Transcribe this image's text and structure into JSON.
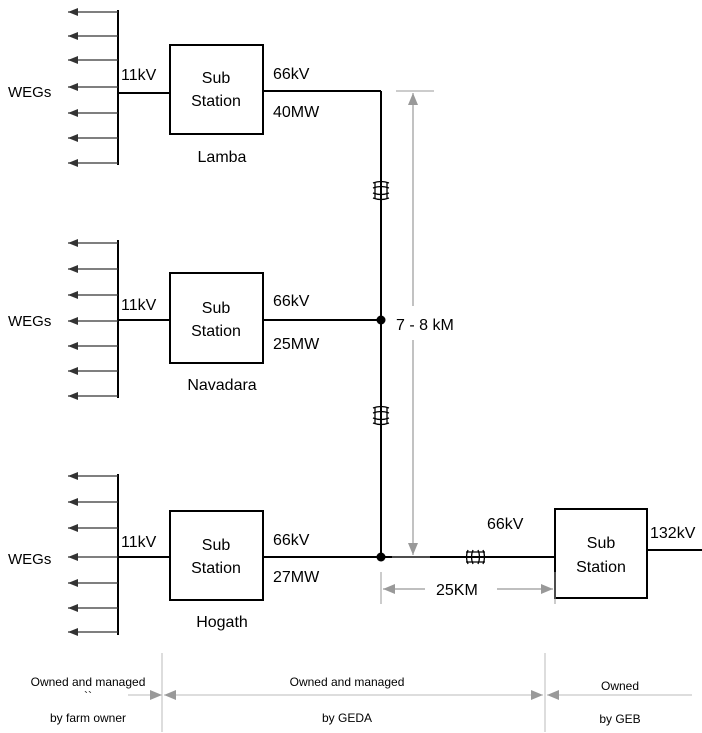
{
  "diagram": {
    "groups": [
      {
        "wegs": "WEGs",
        "feeder_kv": "11kV",
        "sub_line1": "Sub",
        "sub_line2": "Station",
        "out_kv": "66kV",
        "mw": "40MW",
        "name": "Lamba"
      },
      {
        "wegs": "WEGs",
        "feeder_kv": "11kV",
        "sub_line1": "Sub",
        "sub_line2": "Station",
        "out_kv": "66kV",
        "mw": "25MW",
        "name": "Navadara"
      },
      {
        "wegs": "WEGs",
        "feeder_kv": "11kV",
        "sub_line1": "Sub",
        "sub_line2": "Station",
        "out_kv": "66kV",
        "mw": "27MW",
        "name": "Hogath"
      }
    ],
    "vertical_distance": "7 - 8 kM",
    "line_kv": "66kV",
    "horizontal_distance": "25KM",
    "geb_sub_line1": "Sub",
    "geb_sub_line2": "Station",
    "geb_out_kv": "132kV",
    "ownership": [
      {
        "line1": "Owned and managed",
        "mark": "``",
        "line2": "by farm owner"
      },
      {
        "line1": "Owned and managed",
        "line2": "by GEDA"
      },
      {
        "line1": "Owned",
        "line2": "by GEB"
      }
    ]
  }
}
